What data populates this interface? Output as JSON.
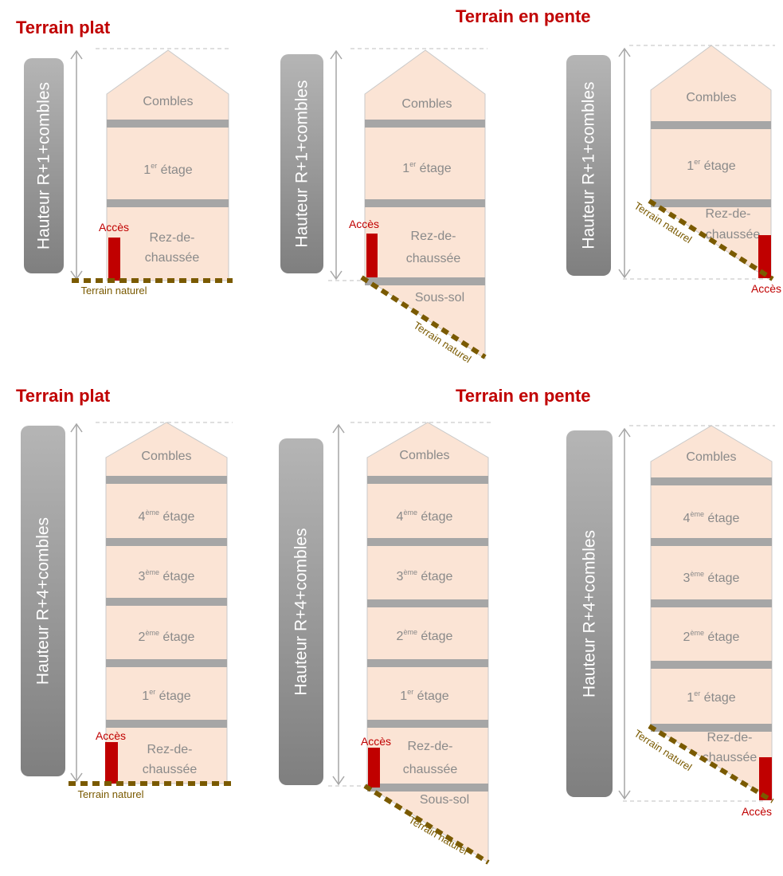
{
  "titles": {
    "flat": "Terrain plat",
    "slope": "Terrain en pente"
  },
  "heights": {
    "r1": "Hauteur R+1+combles",
    "r4": "Hauteur R+4+combles"
  },
  "floors": {
    "attic": "Combles",
    "floor1_num": "1",
    "floor1_sup": "er",
    "floor2_num": "2",
    "floor3_num": "3",
    "floor4_num": "4",
    "floor_sup_eme": "ème",
    "floor_word": "étage",
    "ground_line1": "Rez-de-",
    "ground_line2": "chaussée",
    "basement": "Sous-sol"
  },
  "labels": {
    "access": "Accès",
    "natural_ground": "Terrain naturel"
  },
  "colors": {
    "title": "#c00000",
    "access": "#c00000",
    "access_rect": "#c00000",
    "house_fill": "#fbe4d5",
    "house_stroke": "#c9c9c9",
    "slab": "#a6a6a6",
    "pill_top": "#b5b5b5",
    "pill_bottom": "#7f7f7f",
    "terrain": "#7a5a00",
    "terrain_text": "#7a5a00",
    "arrow": "#a6a6a6",
    "dashed": "#bfbfbf",
    "floor_text": "#8a8a8a"
  }
}
